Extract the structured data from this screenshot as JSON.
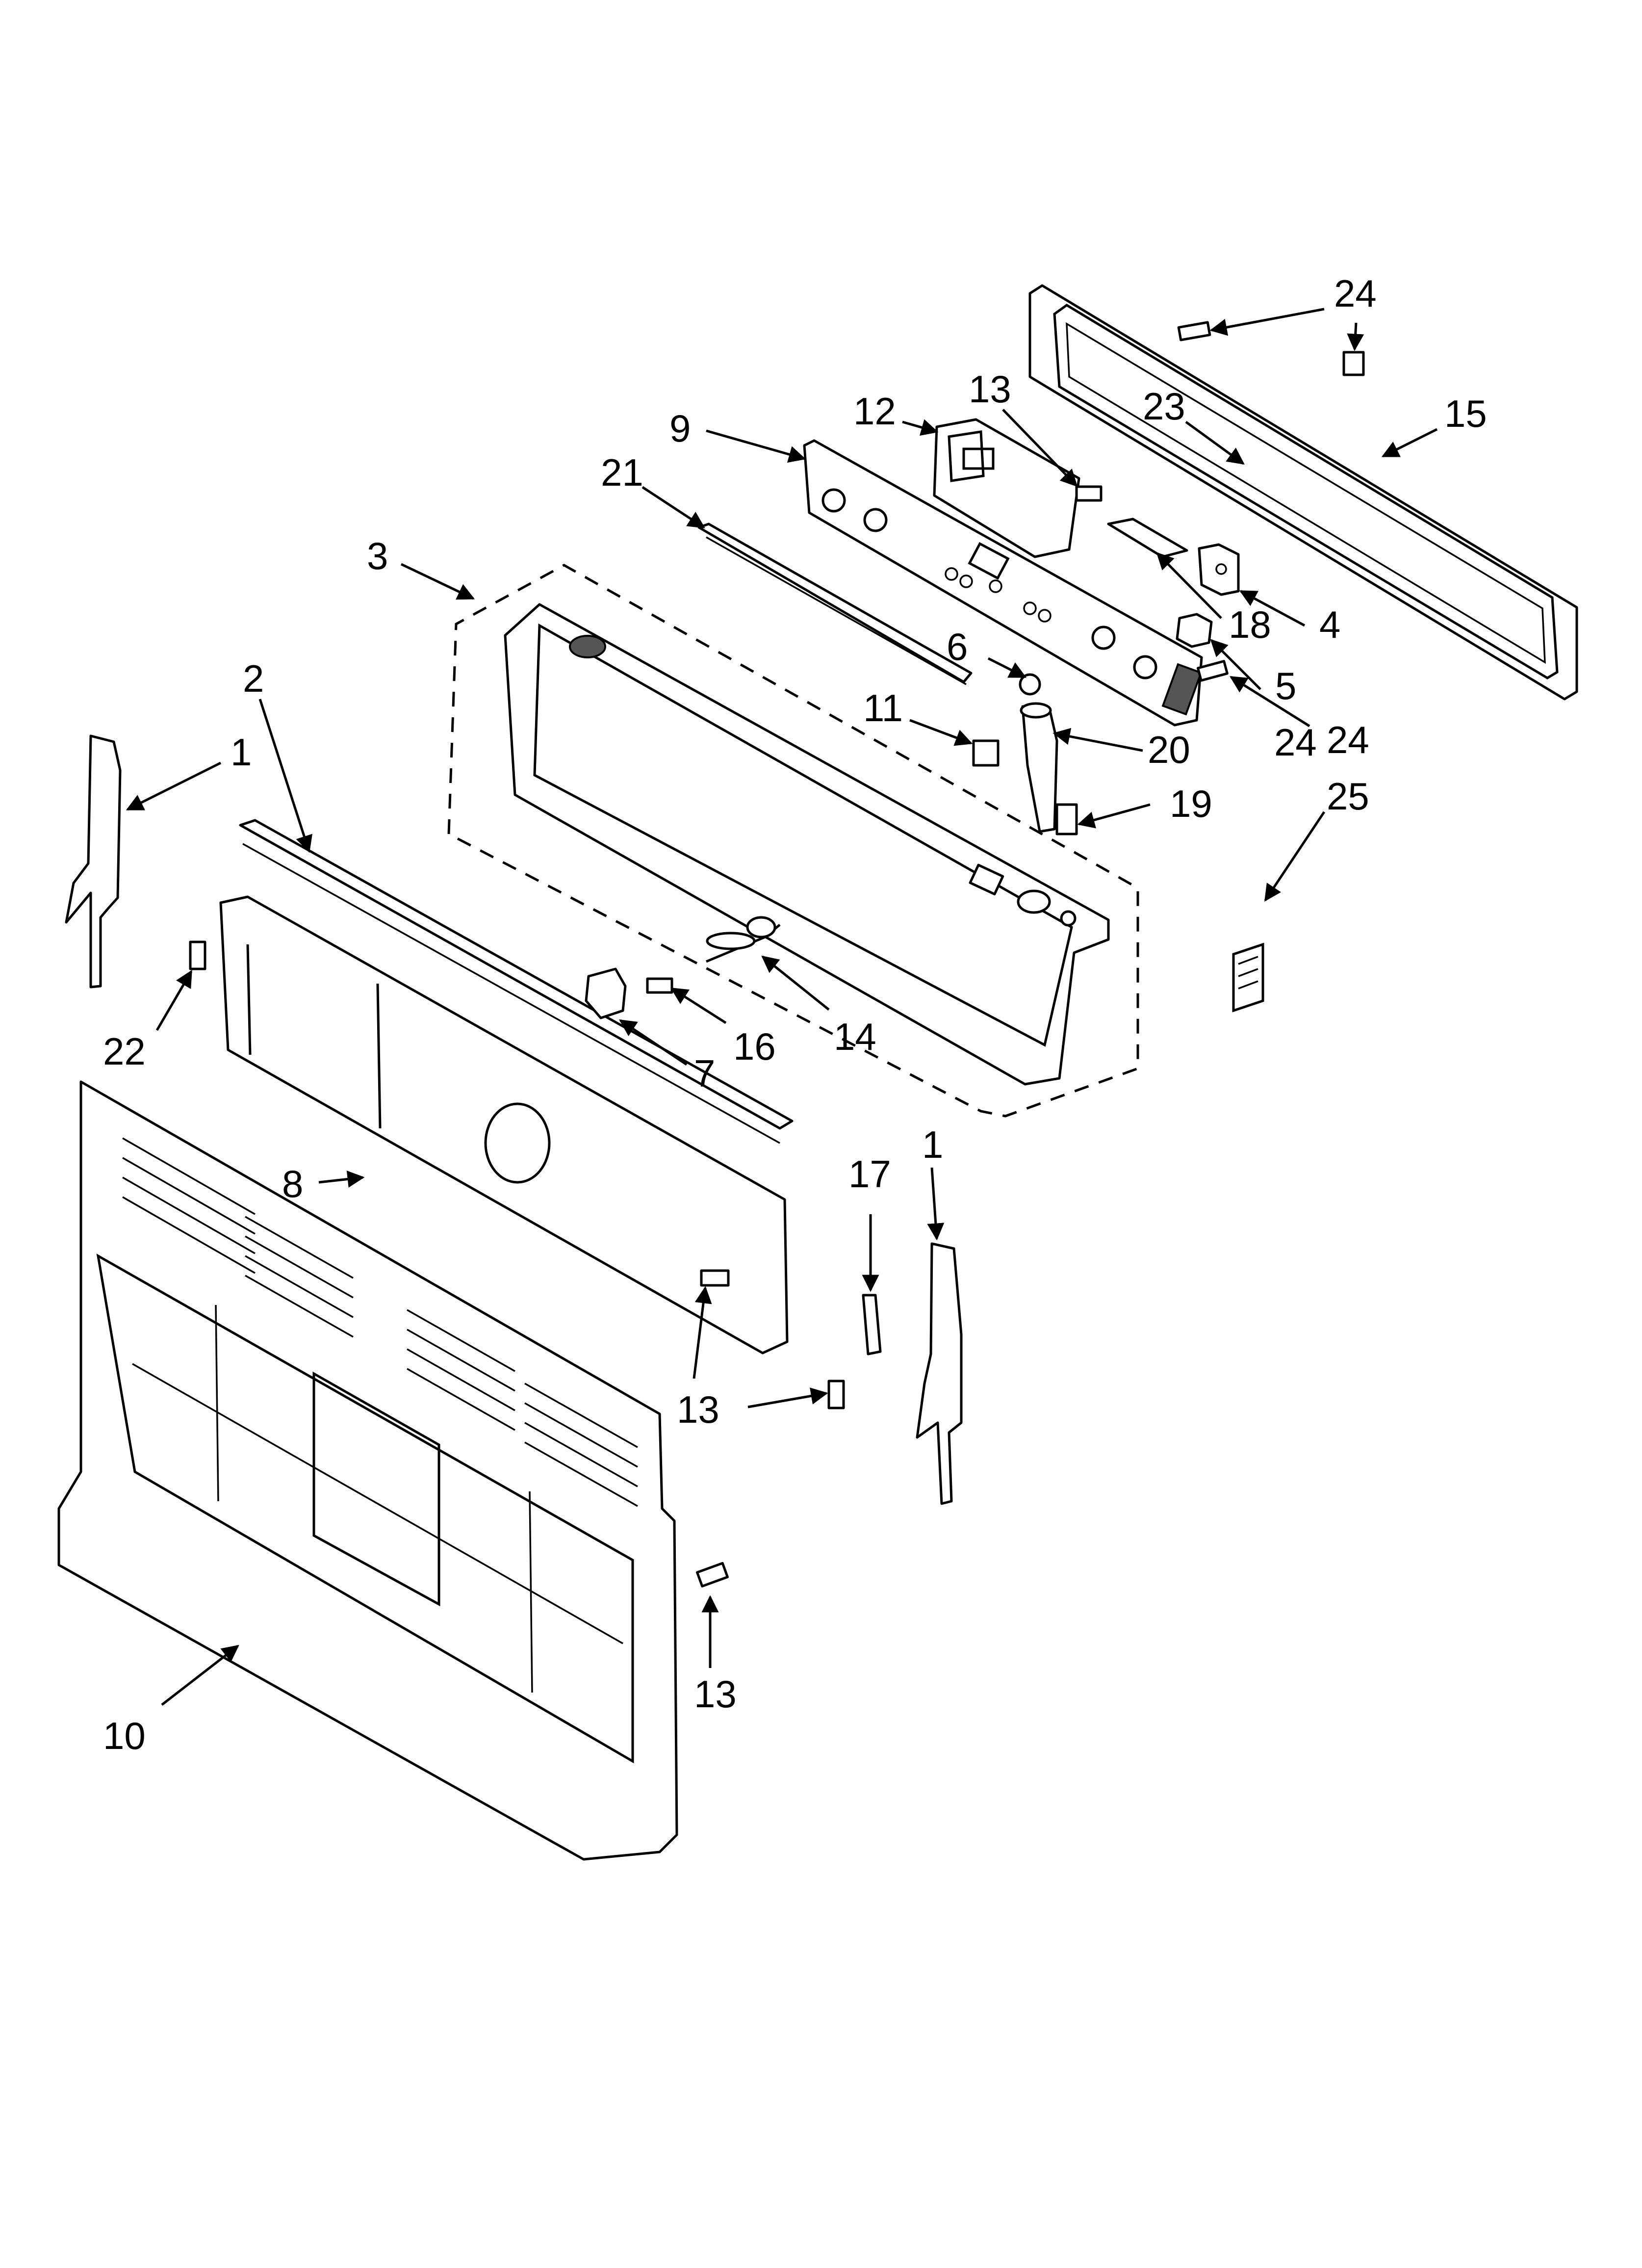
{
  "callouts": [
    {
      "id": "c24a",
      "text": "24"
    },
    {
      "id": "c24b",
      "text": "24"
    },
    {
      "id": "c24c",
      "text": "24"
    },
    {
      "id": "c23",
      "text": "23"
    },
    {
      "id": "c15",
      "text": "15"
    },
    {
      "id": "c13a",
      "text": "13"
    },
    {
      "id": "c12",
      "text": "12"
    },
    {
      "id": "c9",
      "text": "9"
    },
    {
      "id": "c21",
      "text": "21"
    },
    {
      "id": "c3",
      "text": "3"
    },
    {
      "id": "c4",
      "text": "4"
    },
    {
      "id": "c18",
      "text": "18"
    },
    {
      "id": "c6",
      "text": "6"
    },
    {
      "id": "c5",
      "text": "5"
    },
    {
      "id": "c11",
      "text": "11"
    },
    {
      "id": "c20",
      "text": "20"
    },
    {
      "id": "c19",
      "text": "19"
    },
    {
      "id": "c25",
      "text": "25"
    },
    {
      "id": "c2",
      "text": "2"
    },
    {
      "id": "c1a",
      "text": "1"
    },
    {
      "id": "c22",
      "text": "22"
    },
    {
      "id": "c16",
      "text": "16"
    },
    {
      "id": "c14",
      "text": "14"
    },
    {
      "id": "c7",
      "text": "7"
    },
    {
      "id": "c8",
      "text": "8"
    },
    {
      "id": "c17",
      "text": "17"
    },
    {
      "id": "c1b",
      "text": "1"
    },
    {
      "id": "c13b",
      "text": "13"
    },
    {
      "id": "c13c",
      "text": "13"
    },
    {
      "id": "c10",
      "text": "10"
    }
  ]
}
